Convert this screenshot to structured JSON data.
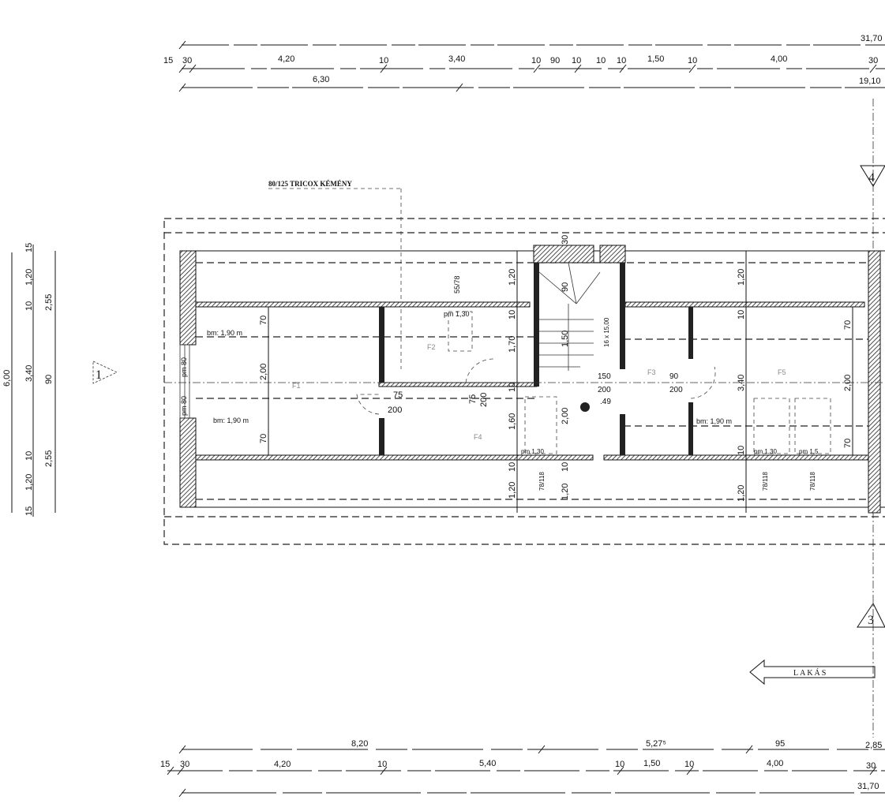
{
  "title": "Tetőtér alaprajz",
  "annotations": {
    "chimney": "80/125 TRICOX KÉMÉNY",
    "entrance_arrow": "LAKÁS"
  },
  "section_markers": {
    "left": "1",
    "top_right": "4",
    "bottom_right": "3"
  },
  "top_dimensions": {
    "overall": "31,70",
    "row_segments": [
      "15",
      "30",
      "4,20",
      "10",
      "3,40",
      "10",
      "90",
      "10",
      "10",
      "10",
      "1,50",
      "10",
      "4,00",
      "30"
    ],
    "row_totals": [
      "6,30",
      "19,10"
    ]
  },
  "bottom_dimensions": {
    "row_totals": [
      "8,20",
      "5,27⁵",
      "95",
      "2,85"
    ],
    "row_segments": [
      "15",
      "30",
      "4,20",
      "10",
      "5,40",
      "10",
      "1,50",
      "10",
      "4,00",
      "30"
    ],
    "overall": "31,70"
  },
  "left_dimensions": {
    "overall": "6,00",
    "inner": [
      "15",
      "1,20",
      "10",
      "3,40",
      "10",
      "1,20",
      "15"
    ],
    "outer": [
      "2,55",
      "90",
      "2,55"
    ]
  },
  "plan_labels": {
    "bm_left_top": "bm: 1,90 m",
    "bm_left_bottom": "bm: 1,90 m",
    "bm_right": "bm: 1,90 m",
    "pm_window_top": "pm 80",
    "pm_window_bottom": "pm 80",
    "room1_dims": [
      "70",
      "2,00",
      "70"
    ],
    "door1": [
      "75",
      "200"
    ],
    "bath_window": "55/78",
    "bath_pm": "pm 1,30",
    "bath_door": [
      "75",
      "200"
    ],
    "center_dims": [
      "1,20",
      "10",
      "1,70",
      "10",
      "1,60",
      "10",
      "1,20"
    ],
    "stair_dims": [
      "30",
      "90",
      "1,50",
      "2,00",
      "10",
      "1,20"
    ],
    "stair_note": "16 x 15,00",
    "hall_door": [
      "150",
      "200"
    ],
    "level": ".49",
    "room3_door": [
      "90",
      "200"
    ],
    "pm_hall": "pm 1,30",
    "window_hall": "78/118",
    "right_center_dims": [
      "1,20",
      "10",
      "3,40",
      "10",
      "1,20"
    ],
    "right_room_dims": [
      "70",
      "2,00",
      "70"
    ],
    "right_windows": [
      "78/118",
      "78/118"
    ],
    "right_pm": [
      "pm 1,30",
      "pm 1,5"
    ],
    "rooms": [
      "F1",
      "F2",
      "F3",
      "F4",
      "F5"
    ]
  }
}
